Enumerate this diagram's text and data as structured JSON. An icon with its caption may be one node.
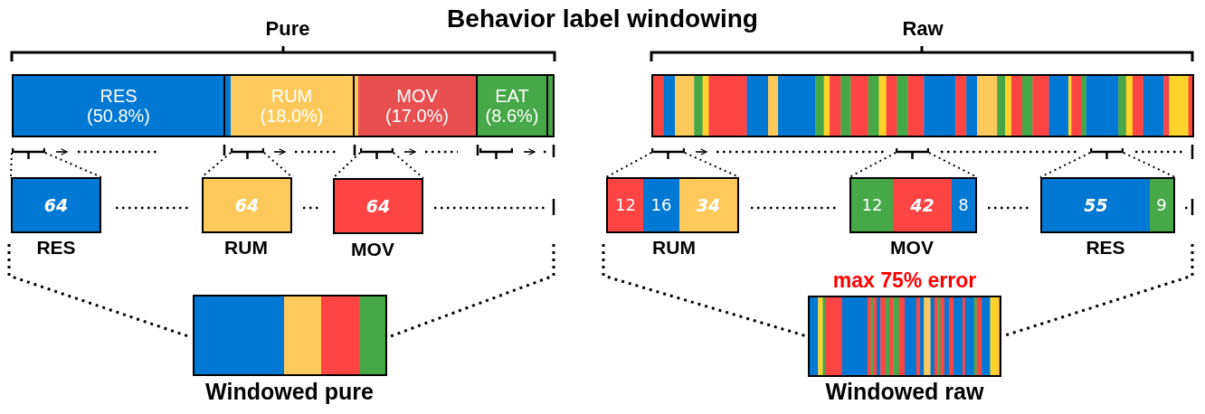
{
  "diagram": {
    "title": "Behavior label windowing",
    "nodes": [
      {
        "text": [],
        "shape": "bar"
      },
      {
        "text": [
          "RES (50.8%)"
        ],
        "in": 0
      },
      {
        "text": [
          "RUM (18.0%)"
        ],
        "in": 0
      },
      {
        "text": [
          "MOV (17.0%)"
        ],
        "in": 0
      },
      {
        "text": [
          "EAT (8.6%)"
        ],
        "in": 0
      },
      {
        "text": [],
        "shape": "bar"
      },
      {
        "text": [],
        "shape": "bracket"
      },
      {
        "text": [],
        "shape": "bracket"
      },
      {
        "text": [],
        "shape": "bracket"
      },
      {
        "text": [],
        "shape": "bracket"
      },
      {
        "text": [],
        "shape": "bracket"
      },
      {
        "text": [],
        "shape": "bracket"
      },
      {
        "text": [],
        "shape": "bracket"
      },
      {
        "text": [
          "64"
        ],
        "beside": [
          "RES"
        ]
      },
      {
        "text": [
          "64"
        ],
        "beside": [
          "RUM"
        ]
      },
      {
        "text": [
          "64"
        ],
        "beside": [
          "MOV"
        ]
      },
      {
        "text": [],
        "shape": "box",
        "beside": [
          "RUM"
        ]
      },
      {
        "text": [
          "12"
        ],
        "in": 16
      },
      {
        "text": [
          "16"
        ],
        "in": 16
      },
      {
        "text": [
          "34"
        ],
        "in": 16
      },
      {
        "text": [],
        "shape": "box",
        "beside": [
          "MOV"
        ]
      },
      {
        "text": [
          "12"
        ],
        "in": 20
      },
      {
        "text": [
          "42"
        ],
        "in": 20
      },
      {
        "text": [
          "8"
        ],
        "in": 20
      },
      {
        "text": [],
        "shape": "box",
        "beside": [
          "RES"
        ]
      },
      {
        "text": [
          "55"
        ],
        "in": 24
      },
      {
        "text": [
          "9"
        ],
        "in": 24
      },
      {
        "text": [],
        "shape": "bar",
        "beside": [
          "Windowed pure"
        ]
      },
      {
        "text": [],
        "shape": "bar",
        "beside": [
          "max 75% error",
          "Windowed raw"
        ]
      }
    ],
    "edges": [
      {
        "from": 6,
        "to": 13,
        "arrow": "none",
        "style": "dashed"
      },
      {
        "from": 7,
        "to": 14,
        "arrow": "none",
        "style": "dashed"
      },
      {
        "from": 8,
        "to": 15,
        "arrow": "none",
        "style": "dashed"
      },
      {
        "from": 10,
        "to": 16,
        "arrow": "none",
        "style": "dashed"
      },
      {
        "from": 11,
        "to": 20,
        "arrow": "none",
        "style": "dashed"
      },
      {
        "from": 12,
        "to": 24,
        "arrow": "none",
        "style": "dashed"
      }
    ],
    "labels": [
      "Pure",
      "Raw"
    ]
  }
}
